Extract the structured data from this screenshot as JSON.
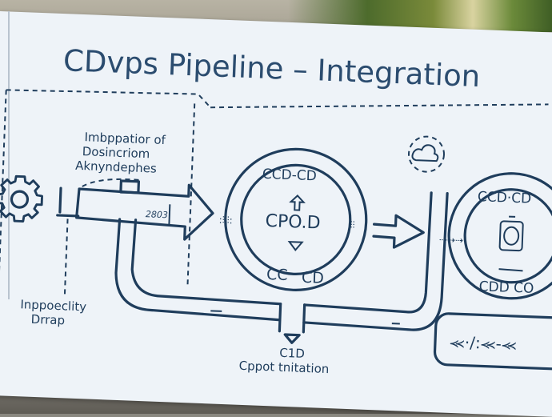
{
  "diagram": {
    "title": "CDvps Pipeline – Integration",
    "note_top_left": [
      "Imbppatior of",
      "Dosincriom",
      "Aknyndephes"
    ],
    "note_bottom_left": [
      "Inppoeclity",
      "Drrap"
    ],
    "arrow_label": "2803",
    "center_ring": {
      "top_label": "CCD-CD",
      "center_label": "CPO.D",
      "bottom_left_label": "CC",
      "bottom_right_label": "CD"
    },
    "right_ring": {
      "top_label": "CCD·CD",
      "bottom_label": "CDD CO"
    },
    "bottom_output": {
      "code": "C1D",
      "caption": "Cppot tnitation"
    },
    "bottom_right_box": {
      "symbols": "⪻·/:⪻-⪻"
    },
    "icons": {
      "left": "gear-icon",
      "top_right": "cloud-icon",
      "center_up": "arrow-up-icon",
      "center_down": "arrow-down-icon",
      "right_ring_center": "device-icon"
    },
    "colors": {
      "ink": "#1f3d5c",
      "title": "#2b4c6f",
      "paper": "#eef3f8"
    }
  }
}
